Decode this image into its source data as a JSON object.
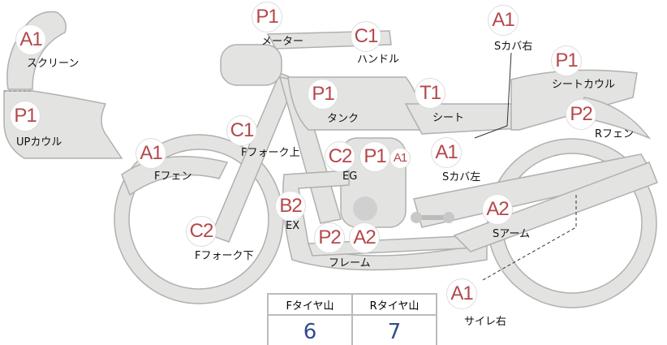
{
  "badges": {
    "screen": "A1",
    "upcowl": "P1",
    "ffender": "A1",
    "ffork_upper": "C1",
    "ffork_lower": "C2",
    "meter": "P1",
    "handle": "C1",
    "tank": "P1",
    "seat": "T1",
    "scover_r": "A1",
    "seatcowl": "P1",
    "rfender": "P2",
    "eg1": "C2",
    "eg2": "P1",
    "eg3": "A1",
    "scover_l": "A1",
    "ex": "B2",
    "frame1": "P2",
    "frame2": "A2",
    "swingarm": "A2",
    "muffler_r": "A1"
  },
  "labels": {
    "screen": "スクリーン",
    "upcowl": "UPカウル",
    "ffender": "Fフェン",
    "ffork_upper": "Fフォーク上",
    "ffork_lower": "Fフォーク下",
    "meter": "メーター",
    "handle": "ハンドル",
    "tank": "タンク",
    "seat": "シート",
    "scover_r": "Sカバ右",
    "seatcowl": "シートカウル",
    "rfender": "Rフェン",
    "eg": "EG",
    "scover_l": "Sカバ左",
    "ex": "EX",
    "frame": "フレーム",
    "swingarm": "Sアーム",
    "muffler_r": "サイレ右"
  },
  "tire": {
    "front_label": "Fタイヤ山",
    "rear_label": "Rタイヤ山",
    "front_value": "6",
    "rear_value": "7"
  }
}
